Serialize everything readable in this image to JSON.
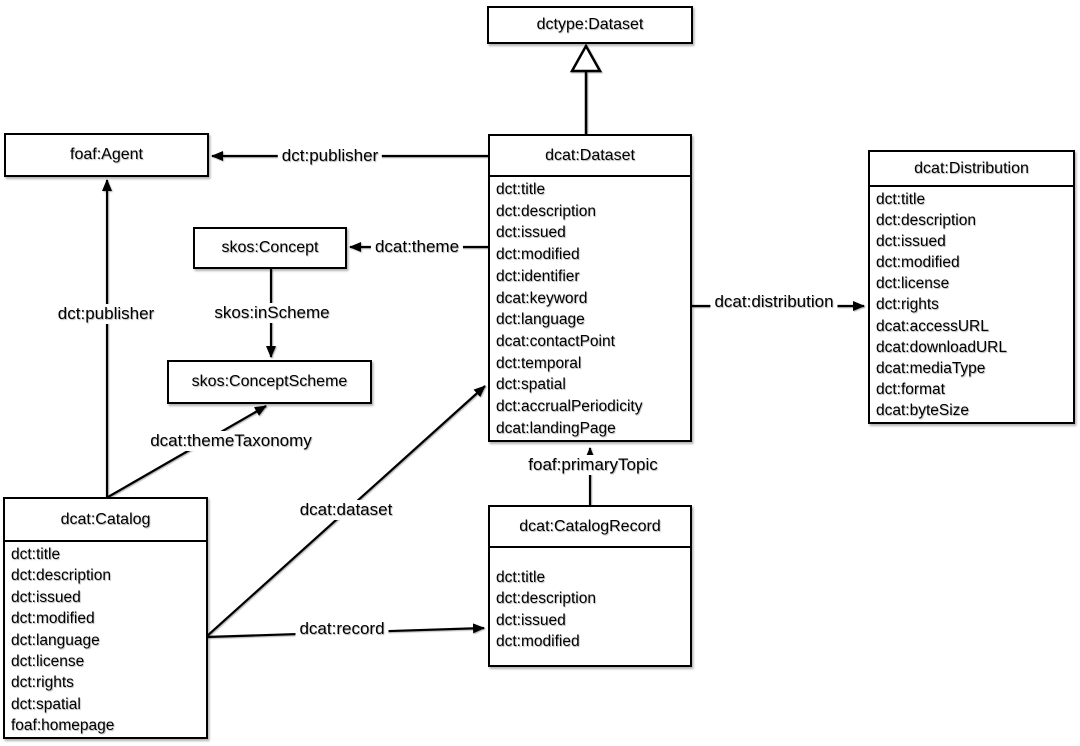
{
  "diagram": {
    "colors": {
      "background": "#ffffff",
      "line": "#000000",
      "box_fill": "#ffffff",
      "box_border": "#000000",
      "text": "#000000"
    },
    "classes": [
      {
        "title": "dctype:Dataset",
        "attributes": []
      },
      {
        "title": "foaf:Agent",
        "attributes": []
      },
      {
        "title": "skos:Concept",
        "attributes": []
      },
      {
        "title": "skos:ConceptScheme",
        "attributes": []
      },
      {
        "title": "dcat:Dataset",
        "attributes": [
          "dct:title",
          "dct:description",
          "dct:issued",
          "dct:modified",
          "dct:identifier",
          "dcat:keyword",
          "dct:language",
          "dcat:contactPoint",
          "dct:temporal",
          "dct:spatial",
          "dct:accrualPeriodicity",
          "dcat:landingPage"
        ]
      },
      {
        "title": "dcat:Catalog",
        "attributes": [
          "dct:title",
          "dct:description",
          "dct:issued",
          "dct:modified",
          "dct:language",
          "dct:license",
          "dct:rights",
          "dct:spatial",
          "foaf:homepage"
        ]
      },
      {
        "title": "dcat:CatalogRecord",
        "attributes": [
          "dct:title",
          "dct:description",
          "dct:issued",
          "dct:modified"
        ]
      },
      {
        "title": "dcat:Distribution",
        "attributes": [
          "dct:title",
          "dct:description",
          "dct:issued",
          "dct:modified",
          "dct:license",
          "dct:rights",
          "dcat:accessURL",
          "dcat:downloadURL",
          "dcat:mediaType",
          "dct:format",
          "dcat:byteSize"
        ]
      }
    ],
    "edges": [
      {
        "label": "dct:publisher",
        "from": "dcat:Dataset",
        "to": "foaf:Agent",
        "arrow": "open"
      },
      {
        "label": "dct:publisher",
        "from": "dcat:Catalog",
        "to": "foaf:Agent",
        "arrow": "open"
      },
      {
        "label": "dcat:theme",
        "from": "dcat:Dataset",
        "to": "skos:Concept",
        "arrow": "open"
      },
      {
        "label": "skos:inScheme",
        "from": "skos:Concept",
        "to": "skos:ConceptScheme",
        "arrow": "open"
      },
      {
        "label": "dcat:themeTaxonomy",
        "from": "dcat:Catalog",
        "to": "skos:ConceptScheme",
        "arrow": "open"
      },
      {
        "label": "dcat:dataset",
        "from": "dcat:Catalog",
        "to": "dcat:Dataset",
        "arrow": "open"
      },
      {
        "label": "dcat:record",
        "from": "dcat:Catalog",
        "to": "dcat:CatalogRecord",
        "arrow": "open"
      },
      {
        "label": "foaf:primaryTopic",
        "from": "dcat:CatalogRecord",
        "to": "dcat:Dataset",
        "arrow": "open"
      },
      {
        "label": "dcat:distribution",
        "from": "dcat:Dataset",
        "to": "dcat:Distribution",
        "arrow": "open"
      },
      {
        "label": "",
        "from": "dcat:Dataset",
        "to": "dctype:Dataset",
        "arrow": "hollow-triangle"
      }
    ]
  }
}
